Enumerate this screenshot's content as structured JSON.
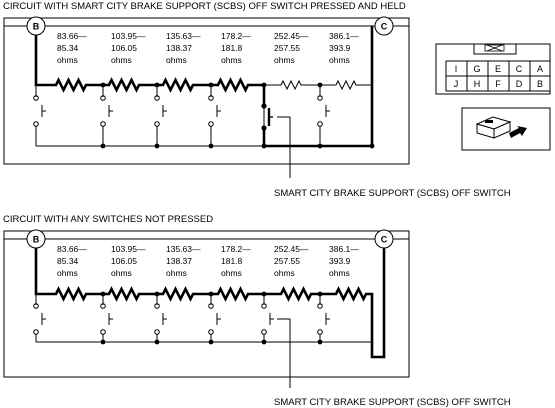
{
  "diagram1": {
    "title": "CIRCUIT WITH SMART CITY BRAKE SUPPORT (SCBS) OFF SWITCH PRESSED AND HELD",
    "node_left": "B",
    "node_right": "C",
    "resistors": [
      {
        "l1": "83.66—",
        "l2": "85.34",
        "l3": "ohms"
      },
      {
        "l1": "103.95—",
        "l2": "106.05",
        "l3": "ohms"
      },
      {
        "l1": "135.63—",
        "l2": "138.37",
        "l3": "ohms"
      },
      {
        "l1": "178.2—",
        "l2": "181.8",
        "l3": "ohms"
      },
      {
        "l1": "252.45—",
        "l2": "257.55",
        "l3": "ohms"
      },
      {
        "l1": "386.1—",
        "l2": "393.9",
        "l3": "ohms"
      }
    ],
    "callout": "SMART CITY BRAKE SUPPORT (SCBS) OFF SWITCH"
  },
  "diagram2": {
    "title": "CIRCUIT WITH ANY SWITCHES NOT PRESSED",
    "node_left": "B",
    "node_right": "C",
    "resistors": [
      {
        "l1": "83.66—",
        "l2": "85.34",
        "l3": "ohms"
      },
      {
        "l1": "103.95—",
        "l2": "106.05",
        "l3": "ohms"
      },
      {
        "l1": "135.63—",
        "l2": "138.37",
        "l3": "ohms"
      },
      {
        "l1": "178.2—",
        "l2": "181.8",
        "l3": "ohms"
      },
      {
        "l1": "252.45—",
        "l2": "257.55",
        "l3": "ohms"
      },
      {
        "l1": "386.1—",
        "l2": "393.9",
        "l3": "ohms"
      }
    ],
    "callout": "SMART CITY BRAKE SUPPORT (SCBS) OFF SWITCH"
  },
  "connector": {
    "top_row": [
      "I",
      "G",
      "E",
      "C",
      "A"
    ],
    "bottom_row": [
      "J",
      "H",
      "F",
      "D",
      "B"
    ]
  }
}
